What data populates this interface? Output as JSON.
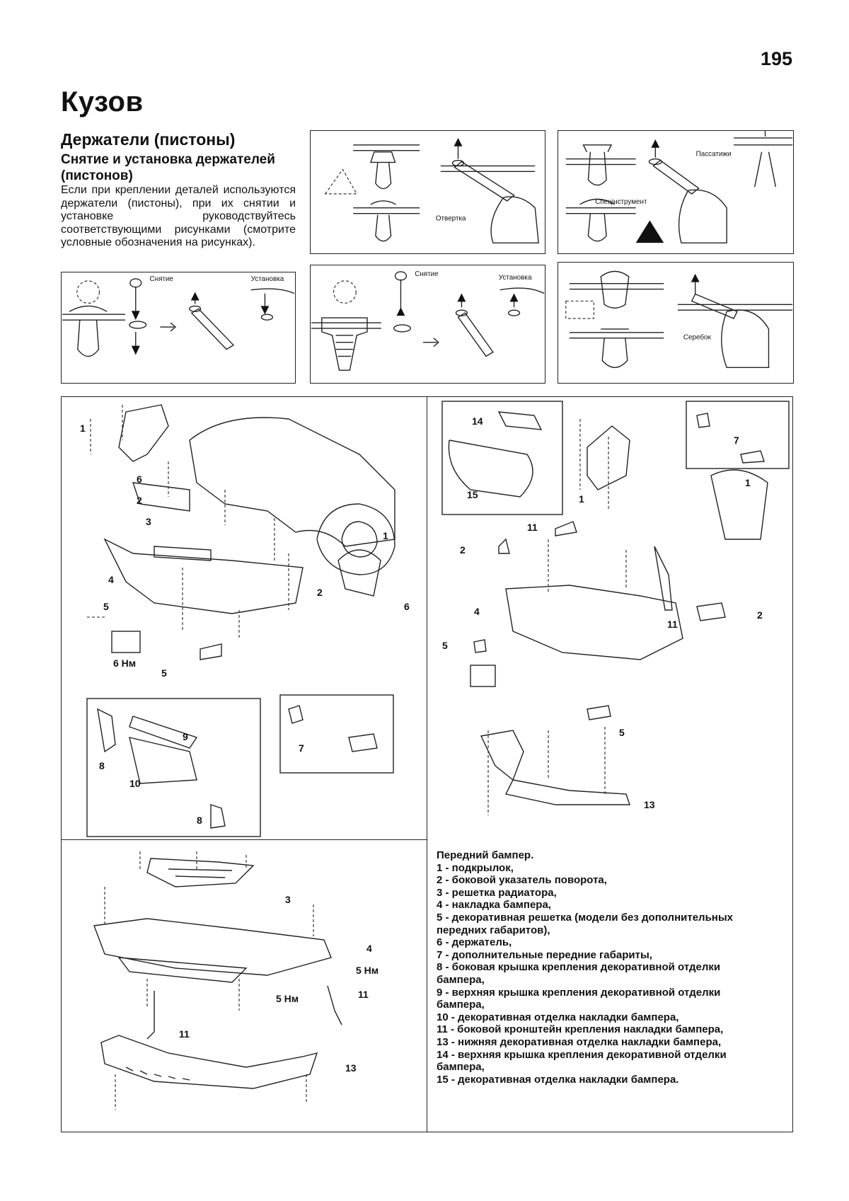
{
  "page": {
    "number": "195",
    "section_title": "Кузов",
    "subtitle": "Держатели (пистоны)",
    "subsubtitle": "Снятие и установка держателей (пистонов)",
    "intro": "Если при креплении деталей используются держатели (пистоны), при их снятии и установке руководствуйтесь соответствующими рисунками (смотрите условные обозначения на рисунках)."
  },
  "figure_labels": {
    "screwdriver": "Отвертка",
    "pliers": "Пассатижи",
    "special_tool": "Спецінструмент",
    "removal": "Снятие",
    "installation": "Установка",
    "chisel": "Серебок"
  },
  "callouts": {
    "n1": "1",
    "n2": "2",
    "n3": "3",
    "n4": "4",
    "n5": "5",
    "n6": "6",
    "n7": "7",
    "n8": "8",
    "n9": "9",
    "n10": "10",
    "n11": "11",
    "n13": "13",
    "n14": "14",
    "n15": "15",
    "torque6": "6 Нм",
    "torque5": "5 Нм"
  },
  "legend": {
    "title": "Передний бампер.",
    "items": [
      "1 - подкрылок,",
      "2 - боковой указатель поворота,",
      "3 - решетка радиатора,",
      "4 - накладка бампера,",
      "5 - декоративная решетка (модели без дополнительных передних габаритов),",
      "6 - держатель,",
      "7 - дополнительные передние габариты,",
      "8 - боковая крышка крепления декоративной отделки бампера,",
      "9 - верхняя крышка крепления декоративной отделки бампера,",
      "10 - декоративная отделка накладки бампера,",
      "11 - боковой кронштейн крепления накладки бампера,",
      "13 - нижняя декоративная отделка накладки бампера,",
      "14 - верхняя крышка крепления декоративной отделки бампера,",
      "15 - декоративная отделка накладки бампера."
    ]
  }
}
